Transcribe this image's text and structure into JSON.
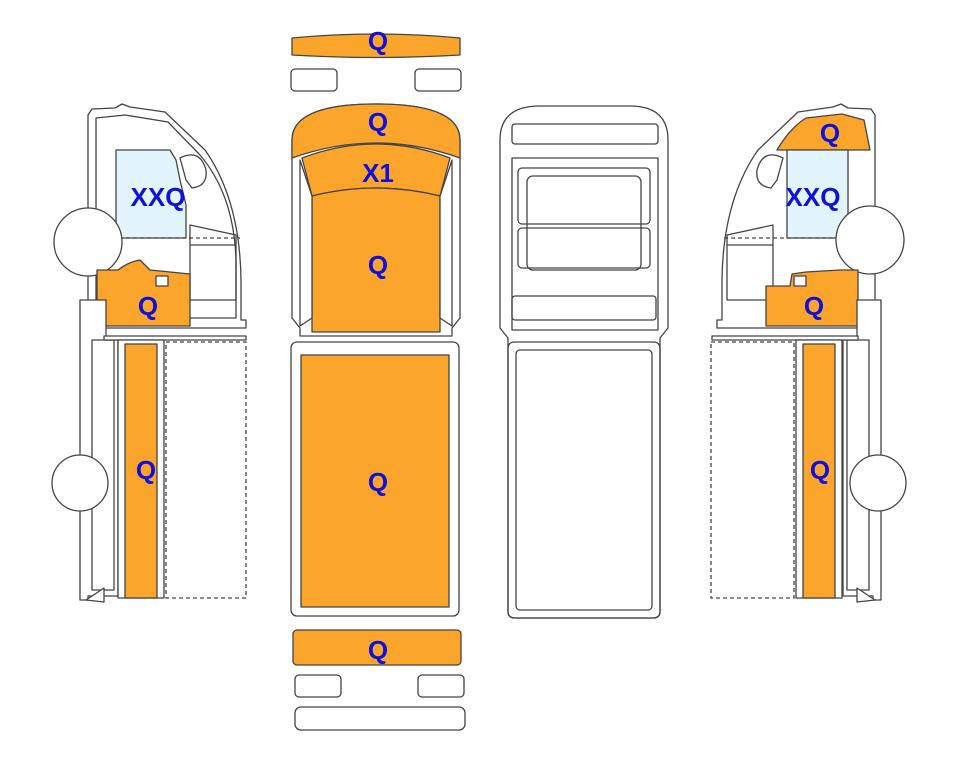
{
  "colors": {
    "paint": "#FBA52D",
    "glass": "#E2F4FC",
    "outline": "#444444",
    "label": "#1010D8",
    "background": "#FFFFFF"
  },
  "views": {
    "left_side": {
      "door_window": "XXQ",
      "door_lower": "Q",
      "cargo_side": "Q"
    },
    "top": {
      "front_bumper": "Q",
      "hood": "Q",
      "windshield": "X1",
      "cab_roof": "Q",
      "cargo_roof": "Q",
      "rear_bumper": "Q"
    },
    "right_side": {
      "door_upper": "Q",
      "door_window": "XXQ",
      "door_lower": "Q",
      "cargo_side": "Q"
    }
  }
}
